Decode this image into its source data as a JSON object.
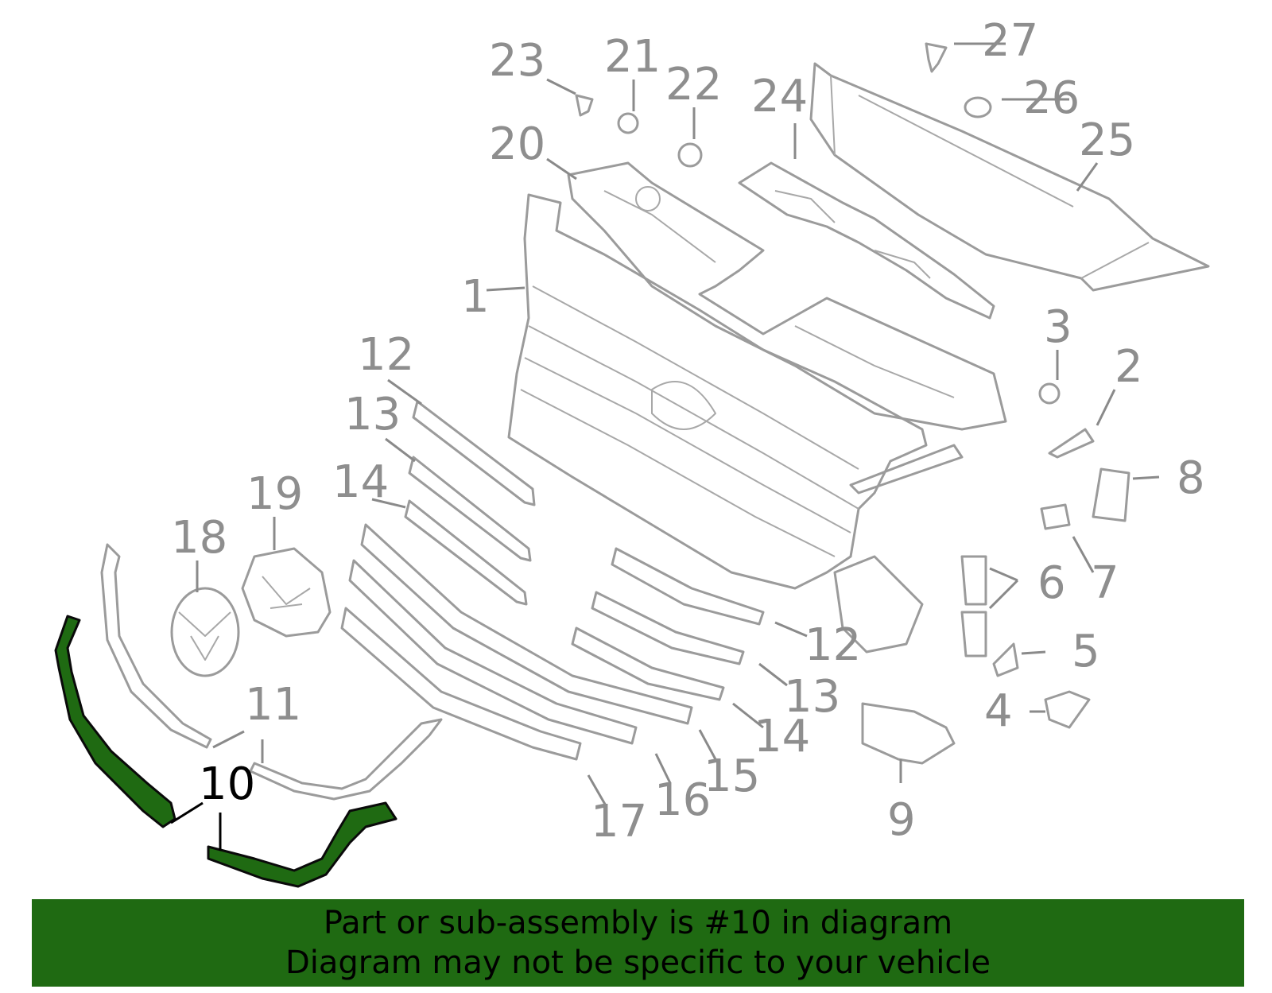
{
  "diagram": {
    "highlight_color": "#1f6a12",
    "part_color": "#9b9b9b",
    "callouts": [
      {
        "label": "1"
      },
      {
        "label": "2"
      },
      {
        "label": "3"
      },
      {
        "label": "4"
      },
      {
        "label": "5"
      },
      {
        "label": "6"
      },
      {
        "label": "7"
      },
      {
        "label": "8"
      },
      {
        "label": "9"
      },
      {
        "label": "10"
      },
      {
        "label": "11"
      },
      {
        "label": "12"
      },
      {
        "label": "12"
      },
      {
        "label": "13"
      },
      {
        "label": "13"
      },
      {
        "label": "14"
      },
      {
        "label": "14"
      },
      {
        "label": "15"
      },
      {
        "label": "16"
      },
      {
        "label": "17"
      },
      {
        "label": "18"
      },
      {
        "label": "19"
      },
      {
        "label": "20"
      },
      {
        "label": "21"
      },
      {
        "label": "22"
      },
      {
        "label": "23"
      },
      {
        "label": "24"
      },
      {
        "label": "25"
      },
      {
        "label": "26"
      },
      {
        "label": "27"
      }
    ]
  },
  "banner": {
    "line1": "Part or sub-assembly is #10 in diagram",
    "line2": "Diagram may not be specific to your vehicle"
  }
}
